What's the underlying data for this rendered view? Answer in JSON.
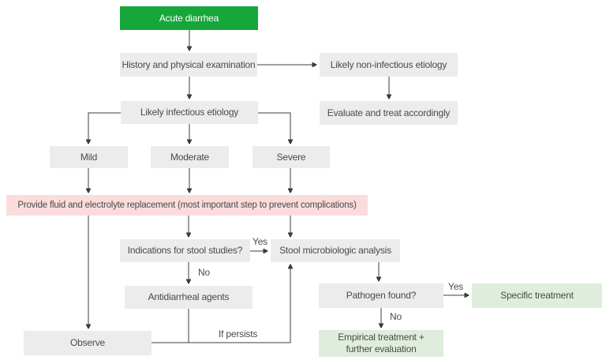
{
  "flowchart": {
    "nodes": {
      "acute_diarrhea": {
        "label": "Acute diarrhea"
      },
      "history": {
        "label": "History and physical examination"
      },
      "non_infectious": {
        "label": "Likely non-infectious etiology"
      },
      "evaluate": {
        "label": "Evaluate and treat accordingly"
      },
      "infectious": {
        "label": "Likely infectious etiology"
      },
      "mild": {
        "label": "Mild"
      },
      "moderate": {
        "label": "Moderate"
      },
      "severe": {
        "label": "Severe"
      },
      "fluid_replacement": {
        "label": "Provide fluid and electrolyte replacement (most important step to prevent complications)"
      },
      "stool_indications": {
        "label": "Indications for stool studies?"
      },
      "stool_analysis": {
        "label": "Stool microbiologic analysis"
      },
      "antidiarrheal": {
        "label": "Antidiarrheal agents"
      },
      "observe": {
        "label": "Observe"
      },
      "pathogen_found": {
        "label": "Pathogen found?"
      },
      "specific_treatment": {
        "label": "Specific treatment"
      },
      "empirical_treatment": {
        "label": "Empirical treatment + further evaluation"
      }
    },
    "edge_labels": {
      "stool_yes": "Yes",
      "stool_no": "No",
      "if_persists": "If persists",
      "pathogen_yes": "Yes",
      "pathogen_no": "No"
    },
    "colors": {
      "start_bg": "#17A63B",
      "start_text": "#FFFFFF",
      "node_bg": "#ECECEC",
      "highlight_bg": "#FBDCDC",
      "success_bg": "#DFEEDC",
      "node_text": "#4A4A4A",
      "line": "#3C3C3C"
    }
  }
}
